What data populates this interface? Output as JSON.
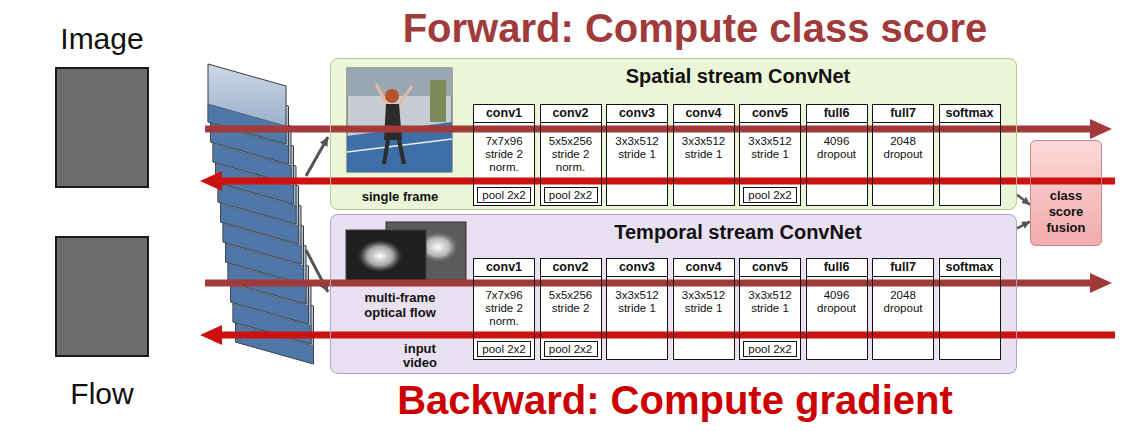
{
  "diagram": {
    "title": "Forward: Compute class score",
    "caption": "Backward: Compute gradient",
    "nodes": [
      {
        "text": [
          "Image"
        ]
      },
      {
        "text": [
          "Flow"
        ]
      },
      {
        "text": [
          "Spatial stream ConvNet"
        ]
      },
      {
        "text": [
          "conv1",
          "7x7x96 stride 2 norm.",
          "pool 2x2"
        ],
        "in": 2
      },
      {
        "text": [
          "conv2",
          "5x5x256 stride 2 norm.",
          "pool 2x2"
        ],
        "in": 2
      },
      {
        "text": [
          "conv3",
          "3x3x512 stride 1"
        ],
        "in": 2
      },
      {
        "text": [
          "conv4",
          "3x3x512 stride 1"
        ],
        "in": 2
      },
      {
        "text": [
          "conv5",
          "3x3x512 stride 1",
          "pool 2x2"
        ],
        "in": 2
      },
      {
        "text": [
          "full6",
          "4096 dropout"
        ],
        "in": 2
      },
      {
        "text": [
          "full7",
          "2048 dropout"
        ],
        "in": 2
      },
      {
        "text": [
          "softmax"
        ],
        "in": 2
      },
      {
        "text": [
          "Temporal stream ConvNet"
        ]
      },
      {
        "text": [
          "conv1",
          "7x7x96 stride 2 norm.",
          "pool 2x2"
        ],
        "in": 11
      },
      {
        "text": [
          "conv2",
          "5x5x256 stride 2",
          "pool 2x2"
        ],
        "in": 11
      },
      {
        "text": [
          "conv3",
          "3x3x512 stride 1"
        ],
        "in": 11
      },
      {
        "text": [
          "conv4",
          "3x3x512 stride 1"
        ],
        "in": 11
      },
      {
        "text": [
          "conv5",
          "3x3x512 stride 1",
          "pool 2x2"
        ],
        "in": 11
      },
      {
        "text": [
          "full6",
          "4096 dropout"
        ],
        "in": 11
      },
      {
        "text": [
          "full7",
          "2048 dropout"
        ],
        "in": 11
      },
      {
        "text": [
          "softmax"
        ],
        "in": 11
      },
      {
        "text": [
          "class score fusion"
        ]
      }
    ],
    "edges": [
      {
        "from": 2,
        "to": 20,
        "arrow": "to"
      },
      {
        "from": 11,
        "to": 20,
        "arrow": "to"
      }
    ],
    "labels": [
      "single frame",
      "multi-frame optical flow",
      "input video"
    ]
  }
}
